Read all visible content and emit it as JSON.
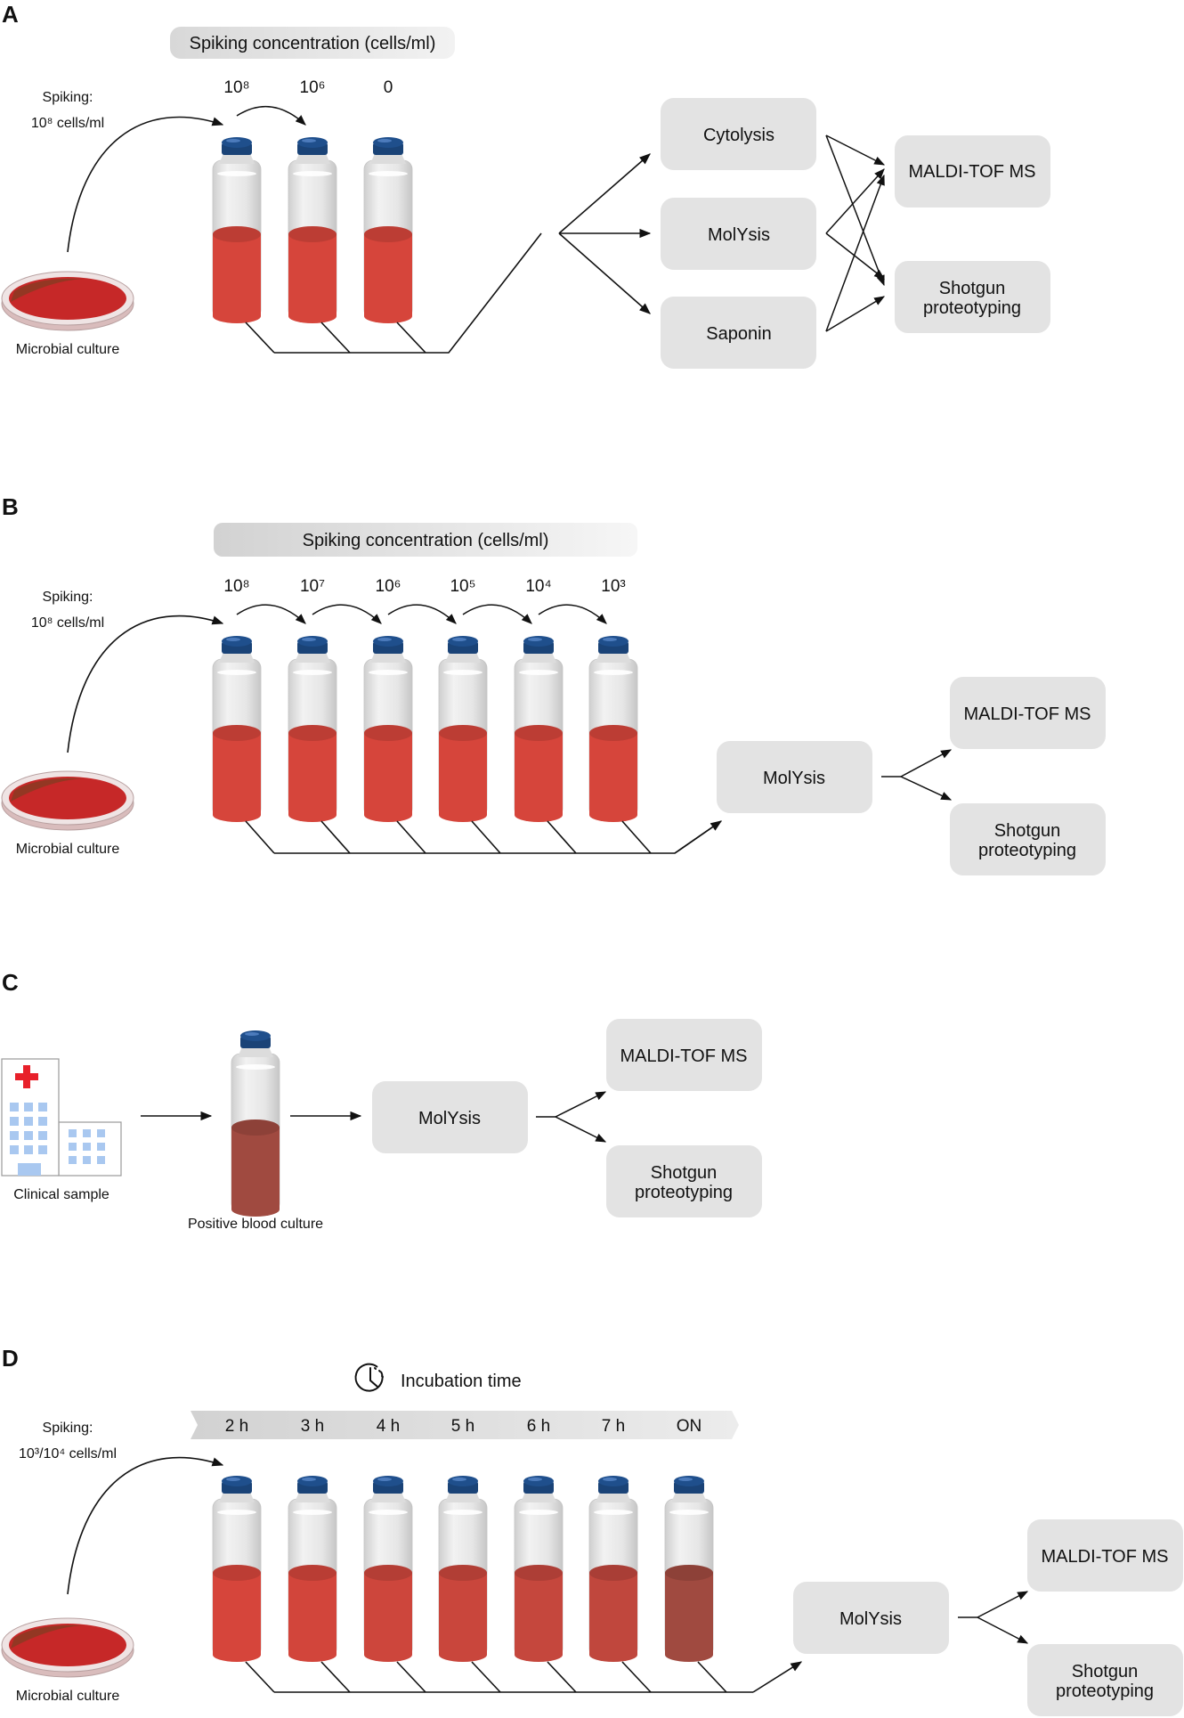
{
  "panels": {
    "A": {
      "letter": "A",
      "header": "Spiking concentration (cells/ml)",
      "spiking_label": "Spiking:",
      "spiking_value": "10⁸ cells/ml",
      "culture_label": "Microbial culture",
      "concentrations": [
        "10⁸",
        "10⁶",
        "0"
      ],
      "treatments": [
        "Cytolysis",
        "MolYsis",
        "Saponin"
      ],
      "outputs": [
        "MALDI-TOF MS",
        "Shotgun proteotyping"
      ]
    },
    "B": {
      "letter": "B",
      "header": "Spiking concentration (cells/ml)",
      "spiking_label": "Spiking:",
      "spiking_value": "10⁸ cells/ml",
      "culture_label": "Microbial culture",
      "concentrations": [
        "10⁸",
        "10⁷",
        "10⁶",
        "10⁵",
        "10⁴",
        "10³"
      ],
      "treatment": "MolYsis",
      "outputs": [
        "MALDI-TOF MS",
        "Shotgun proteotyping"
      ]
    },
    "C": {
      "letter": "C",
      "sample_label": "Clinical sample",
      "bottle_label": "Positive blood culture",
      "treatment": "MolYsis",
      "outputs": [
        "MALDI-TOF MS",
        "Shotgun proteotyping"
      ]
    },
    "D": {
      "letter": "D",
      "incubation_label": "Incubation time",
      "spiking_label": "Spiking:",
      "spiking_value": "10³/10⁴ cells/ml",
      "culture_label": "Microbial culture",
      "times": [
        "2 h",
        "3 h",
        "4 h",
        "5 h",
        "6 h",
        "7 h",
        "ON"
      ],
      "treatment": "MolYsis",
      "outputs": [
        "MALDI-TOF MS",
        "Shotgun proteotyping"
      ]
    }
  },
  "colors": {
    "cap": "#1f4f8c",
    "blood": "#d6453b",
    "blood_dark": "#a04a40",
    "box": "#e3e3e3",
    "hospital_red": "#e8202a",
    "hospital_blue": "#a9c8f0"
  },
  "icons": {
    "timer": "timer-icon",
    "hospital": "hospital-icon",
    "petri": "petri-dish-icon"
  }
}
